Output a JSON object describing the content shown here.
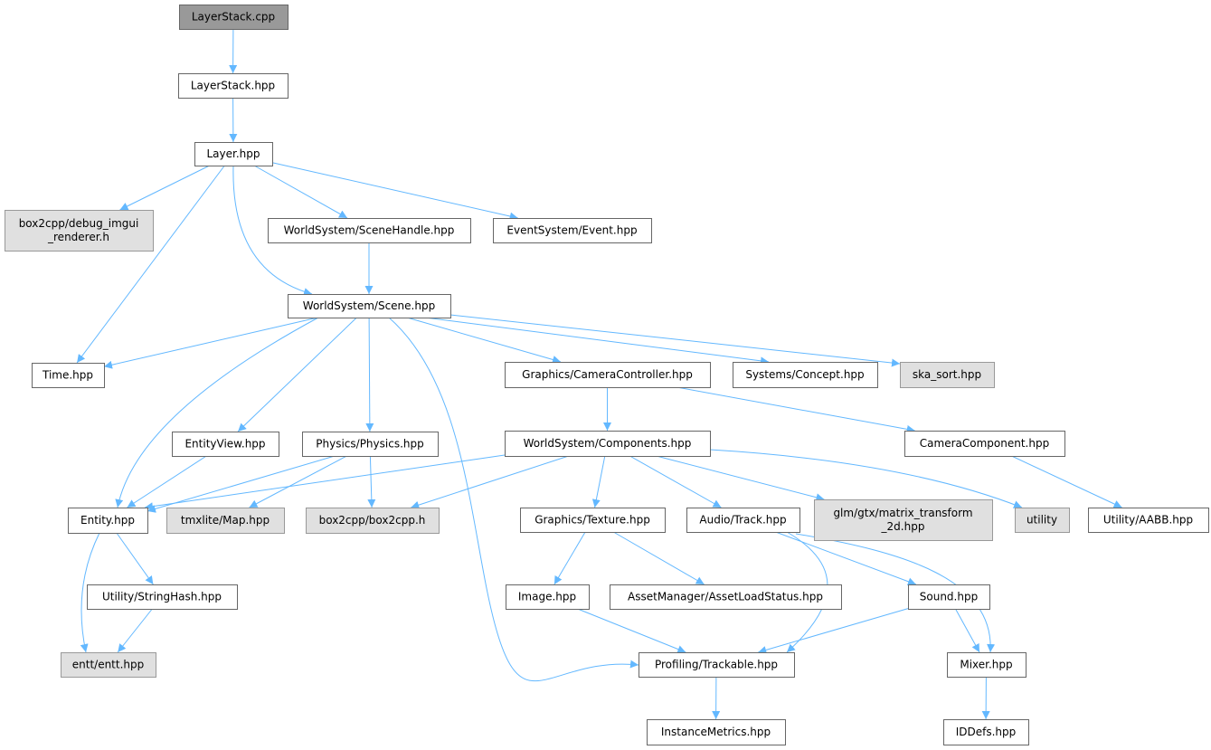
{
  "title": "LayerStack.cpp include dependency graph",
  "colors": {
    "edge": "#63b8ff",
    "root_fill": "#999999",
    "root_stroke": "#666666",
    "node_fill": "#ffffff",
    "node_stroke": "#666666",
    "external_fill": "#e0e0e0",
    "external_stroke": "#999999"
  },
  "nodes": [
    {
      "id": "layerstack_cpp",
      "label": [
        "LayerStack.cpp"
      ],
      "kind": "root"
    },
    {
      "id": "layerstack_hpp",
      "label": [
        "LayerStack.hpp"
      ],
      "kind": "file"
    },
    {
      "id": "layer_hpp",
      "label": [
        "Layer.hpp"
      ],
      "kind": "file"
    },
    {
      "id": "debug_imgui",
      "label": [
        "box2cpp/debug_imgui",
        "_renderer.h"
      ],
      "kind": "external"
    },
    {
      "id": "scenehandle",
      "label": [
        "WorldSystem/SceneHandle.hpp"
      ],
      "kind": "file"
    },
    {
      "id": "event",
      "label": [
        "EventSystem/Event.hpp"
      ],
      "kind": "file"
    },
    {
      "id": "scene",
      "label": [
        "WorldSystem/Scene.hpp"
      ],
      "kind": "file"
    },
    {
      "id": "time",
      "label": [
        "Time.hpp"
      ],
      "kind": "file"
    },
    {
      "id": "cameracontroller",
      "label": [
        "Graphics/CameraController.hpp"
      ],
      "kind": "file"
    },
    {
      "id": "concept",
      "label": [
        "Systems/Concept.hpp"
      ],
      "kind": "file"
    },
    {
      "id": "ska_sort",
      "label": [
        "ska_sort.hpp"
      ],
      "kind": "external"
    },
    {
      "id": "entityview",
      "label": [
        "EntityView.hpp"
      ],
      "kind": "file"
    },
    {
      "id": "physics",
      "label": [
        "Physics/Physics.hpp"
      ],
      "kind": "file"
    },
    {
      "id": "components",
      "label": [
        "WorldSystem/Components.hpp"
      ],
      "kind": "file"
    },
    {
      "id": "cameracomponent",
      "label": [
        "CameraComponent.hpp"
      ],
      "kind": "file"
    },
    {
      "id": "entity",
      "label": [
        "Entity.hpp"
      ],
      "kind": "file"
    },
    {
      "id": "tmxmap",
      "label": [
        "tmxlite/Map.hpp"
      ],
      "kind": "external"
    },
    {
      "id": "box2cpp",
      "label": [
        "box2cpp/box2cpp.h"
      ],
      "kind": "external"
    },
    {
      "id": "texture",
      "label": [
        "Graphics/Texture.hpp"
      ],
      "kind": "file"
    },
    {
      "id": "track",
      "label": [
        "Audio/Track.hpp"
      ],
      "kind": "file"
    },
    {
      "id": "glm",
      "label": [
        "glm/gtx/matrix_transform",
        "_2d.hpp"
      ],
      "kind": "external"
    },
    {
      "id": "utility",
      "label": [
        "utility"
      ],
      "kind": "external"
    },
    {
      "id": "aabb",
      "label": [
        "Utility/AABB.hpp"
      ],
      "kind": "file"
    },
    {
      "id": "stringhash",
      "label": [
        "Utility/StringHash.hpp"
      ],
      "kind": "file"
    },
    {
      "id": "image",
      "label": [
        "Image.hpp"
      ],
      "kind": "file"
    },
    {
      "id": "assetloadstatus",
      "label": [
        "AssetManager/AssetLoadStatus.hpp"
      ],
      "kind": "file"
    },
    {
      "id": "sound",
      "label": [
        "Sound.hpp"
      ],
      "kind": "file"
    },
    {
      "id": "entt",
      "label": [
        "entt/entt.hpp"
      ],
      "kind": "external"
    },
    {
      "id": "trackable",
      "label": [
        "Profiling/Trackable.hpp"
      ],
      "kind": "file"
    },
    {
      "id": "mixer",
      "label": [
        "Mixer.hpp"
      ],
      "kind": "file"
    },
    {
      "id": "instancemetrics",
      "label": [
        "InstanceMetrics.hpp"
      ],
      "kind": "file"
    },
    {
      "id": "iddefs",
      "label": [
        "IDDefs.hpp"
      ],
      "kind": "file"
    }
  ],
  "edges": [
    [
      "layerstack_cpp",
      "layerstack_hpp"
    ],
    [
      "layerstack_hpp",
      "layer_hpp"
    ],
    [
      "layer_hpp",
      "debug_imgui"
    ],
    [
      "layer_hpp",
      "time"
    ],
    [
      "layer_hpp",
      "scene"
    ],
    [
      "layer_hpp",
      "scenehandle"
    ],
    [
      "layer_hpp",
      "event"
    ],
    [
      "scenehandle",
      "scene"
    ],
    [
      "scene",
      "time"
    ],
    [
      "scene",
      "entity"
    ],
    [
      "scene",
      "entityview"
    ],
    [
      "scene",
      "physics"
    ],
    [
      "scene",
      "trackable"
    ],
    [
      "scene",
      "cameracontroller"
    ],
    [
      "scene",
      "concept"
    ],
    [
      "scene",
      "ska_sort"
    ],
    [
      "cameracontroller",
      "components"
    ],
    [
      "cameracontroller",
      "cameracomponent"
    ],
    [
      "entityview",
      "entity"
    ],
    [
      "physics",
      "entity"
    ],
    [
      "physics",
      "tmxmap"
    ],
    [
      "physics",
      "box2cpp"
    ],
    [
      "components",
      "entity"
    ],
    [
      "components",
      "box2cpp"
    ],
    [
      "components",
      "texture"
    ],
    [
      "components",
      "track"
    ],
    [
      "components",
      "glm"
    ],
    [
      "components",
      "utility"
    ],
    [
      "cameracomponent",
      "aabb"
    ],
    [
      "entity",
      "entt"
    ],
    [
      "entity",
      "stringhash"
    ],
    [
      "stringhash",
      "entt"
    ],
    [
      "texture",
      "image"
    ],
    [
      "texture",
      "assetloadstatus"
    ],
    [
      "track",
      "trackable"
    ],
    [
      "track",
      "sound"
    ],
    [
      "track",
      "mixer"
    ],
    [
      "image",
      "trackable"
    ],
    [
      "sound",
      "trackable"
    ],
    [
      "sound",
      "mixer"
    ],
    [
      "trackable",
      "instancemetrics"
    ],
    [
      "mixer",
      "iddefs"
    ]
  ]
}
